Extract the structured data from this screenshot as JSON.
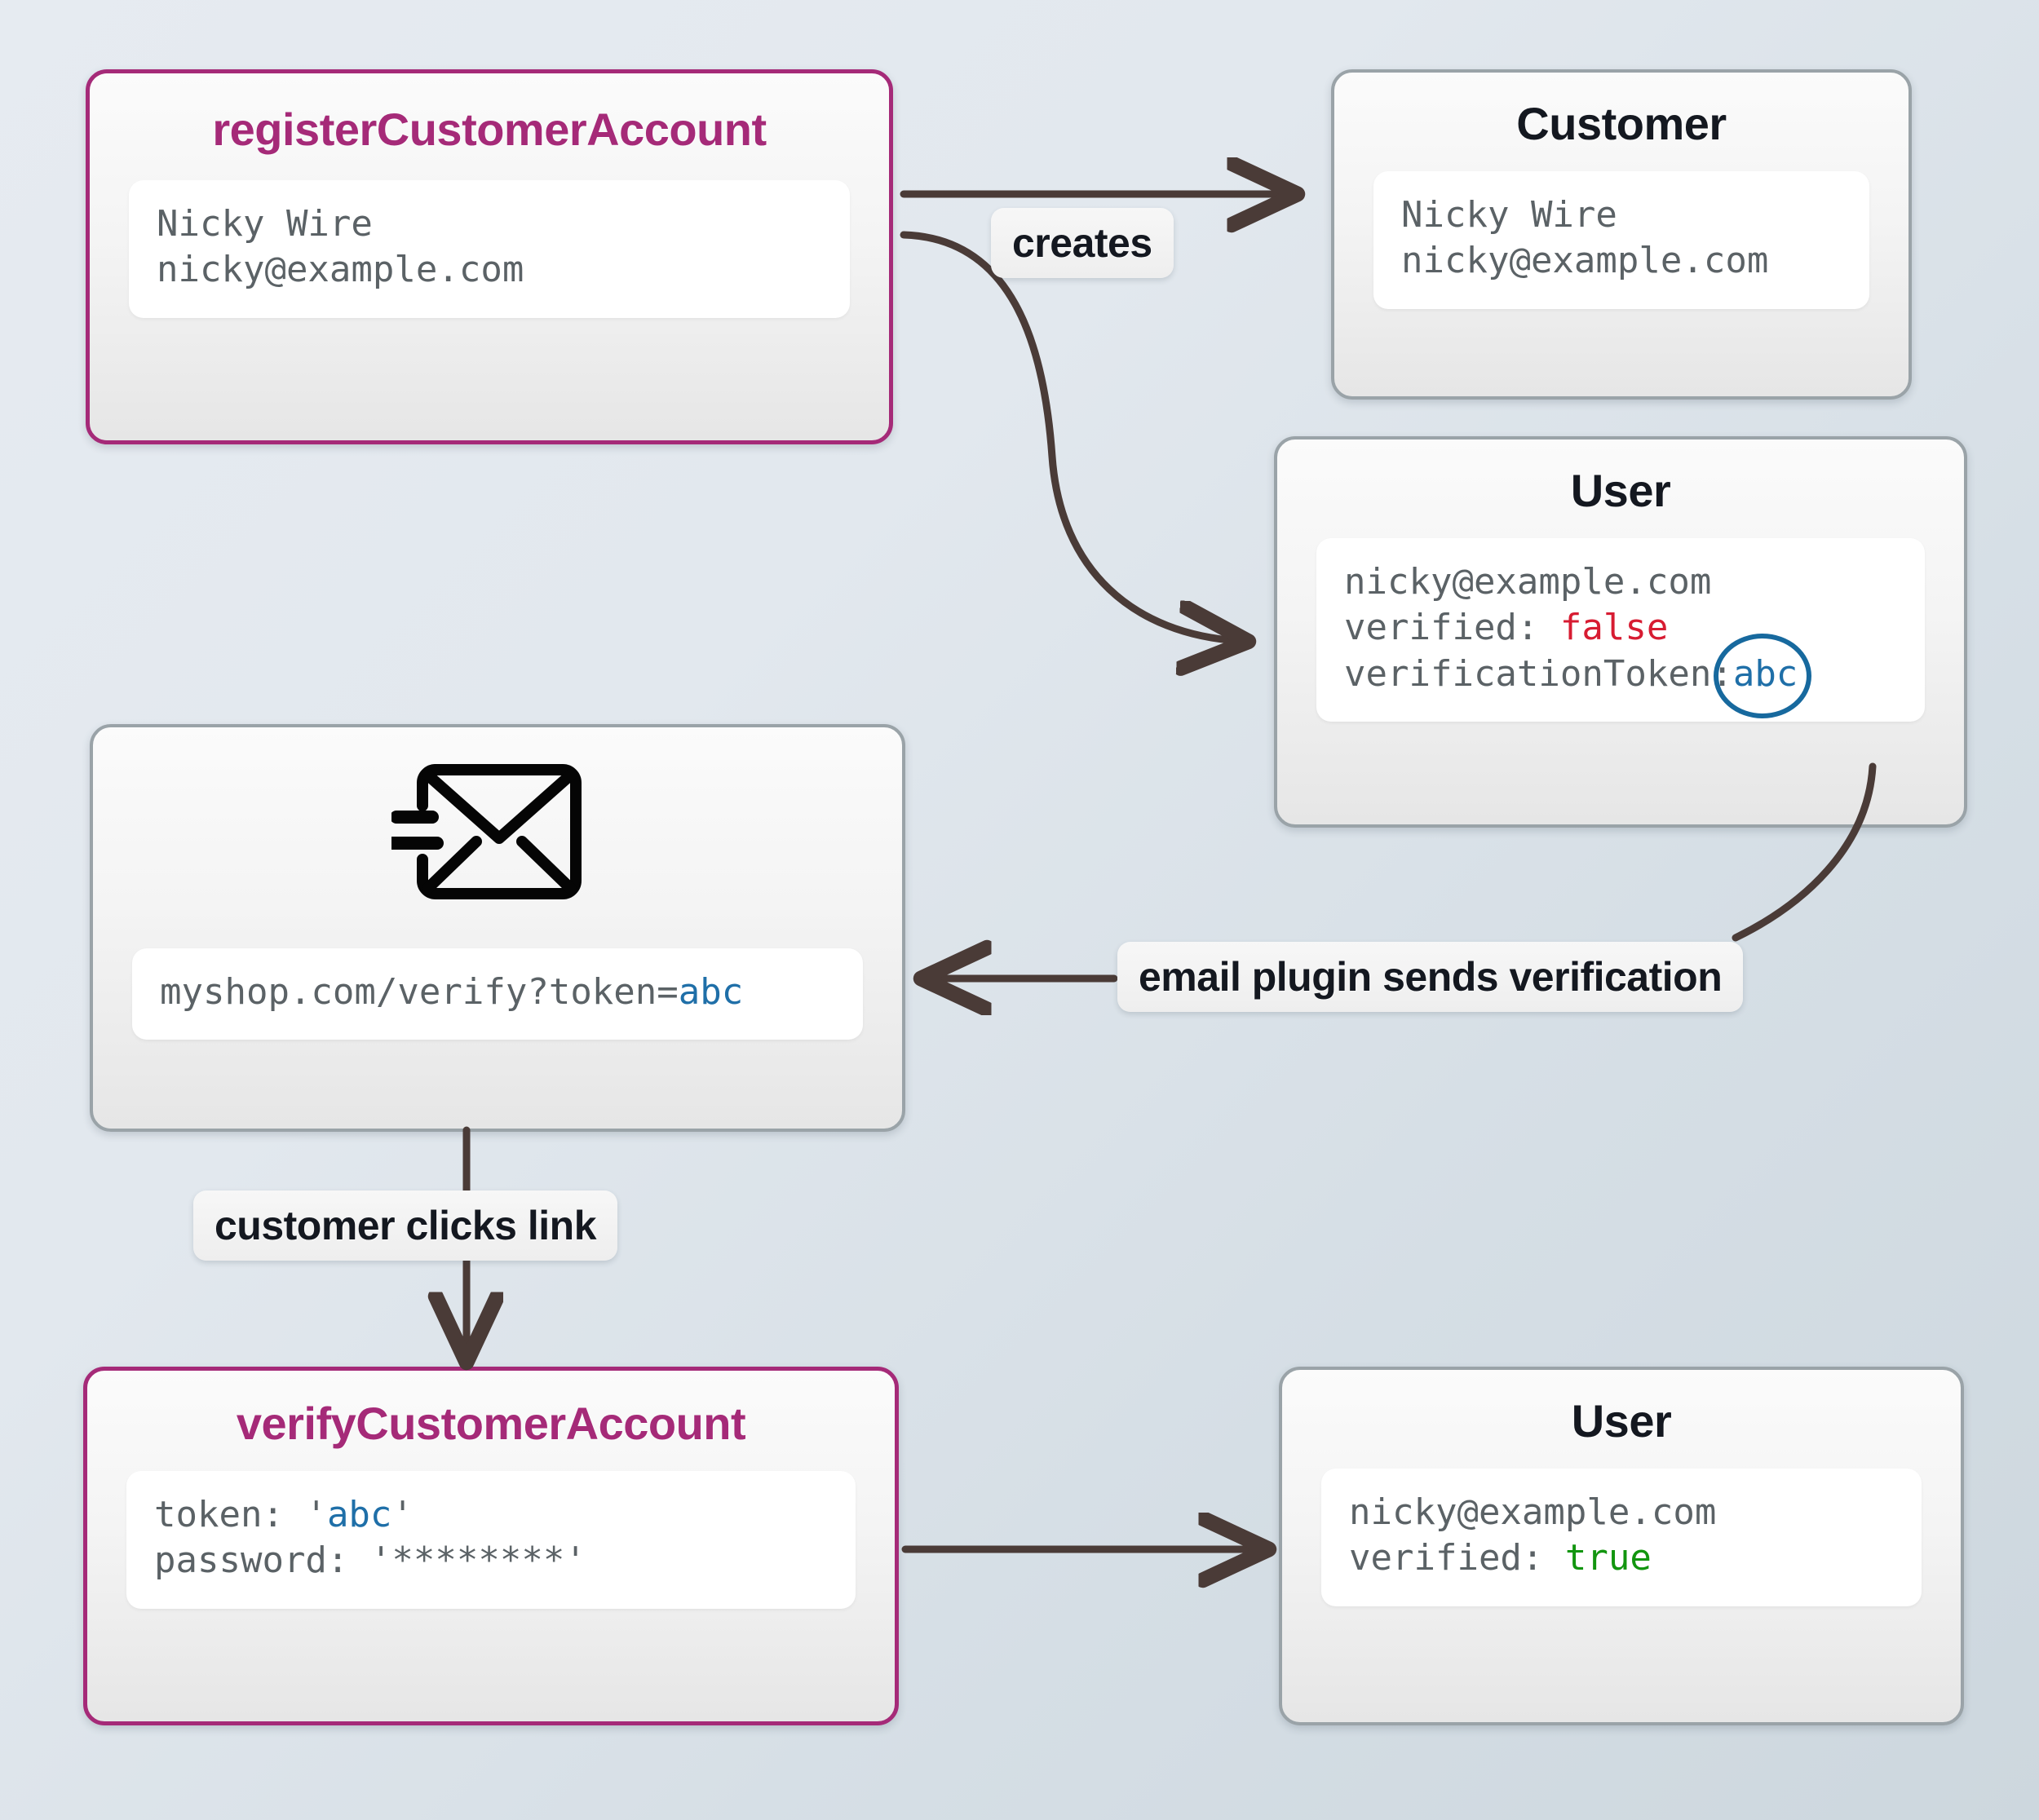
{
  "colors": {
    "accent_pink": "#a52a78",
    "node_border_grey": "#9aa3a8",
    "arrow": "#4a3b37",
    "value_false": "#d71c32",
    "value_true": "#12950f",
    "value_token_blue": "#1f6fa8",
    "background_from": "#e6ebf1",
    "background_to": "#cdd7de"
  },
  "nodes": {
    "register": {
      "title": "registerCustomerAccount",
      "lines": [
        "Nicky Wire",
        "nicky@example.com"
      ]
    },
    "customer": {
      "title": "Customer",
      "lines": [
        "Nicky Wire",
        "nicky@example.com"
      ]
    },
    "user_unverified": {
      "title": "User",
      "email": "nicky@example.com",
      "verified_label": "verified: ",
      "verified_value": "false",
      "token_label": "verificationToken:",
      "token_value": "abc"
    },
    "email": {
      "icon": "send-email-icon",
      "url_prefix": "myshop.com/verify?token=",
      "url_token": "abc"
    },
    "verify": {
      "title": "verifyCustomerAccount",
      "token_label": "token: ",
      "token_quote_open": "'",
      "token_value": "abc",
      "token_quote_close": "'",
      "password_line": "password: '********'"
    },
    "user_verified": {
      "title": "User",
      "email": "nicky@example.com",
      "verified_label": "verified: ",
      "verified_value": "true"
    }
  },
  "edges": {
    "creates": "creates",
    "email_plugin": "email plugin sends verification",
    "clicks_link": "customer clicks link"
  }
}
